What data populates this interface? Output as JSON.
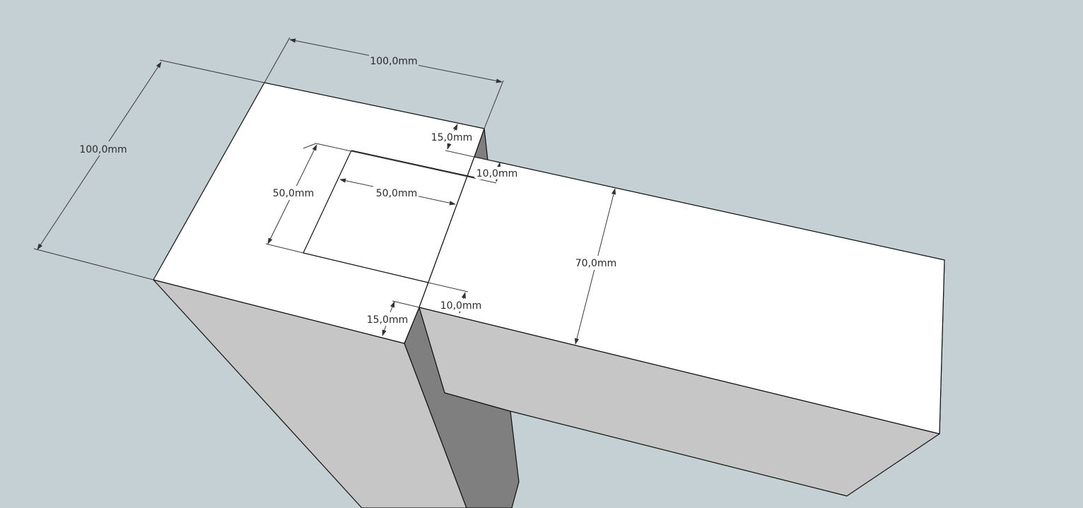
{
  "viewport": {
    "background": "#c4d0d3"
  },
  "model": {
    "face_colors": {
      "top": "#ffffff",
      "side": "#c6c6c6",
      "shadow": "#7f7f7f"
    }
  },
  "dimensions": {
    "post_depth": "100,0mm",
    "post_width": "100,0mm",
    "mortise_length": "50,0mm",
    "mortise_width": "50,0mm",
    "top_offset": "15,0mm",
    "top_gap": "10,0mm",
    "bottom_gap": "10,0mm",
    "bottom_offset": "15,0mm",
    "beam_depth": "70,0mm"
  }
}
